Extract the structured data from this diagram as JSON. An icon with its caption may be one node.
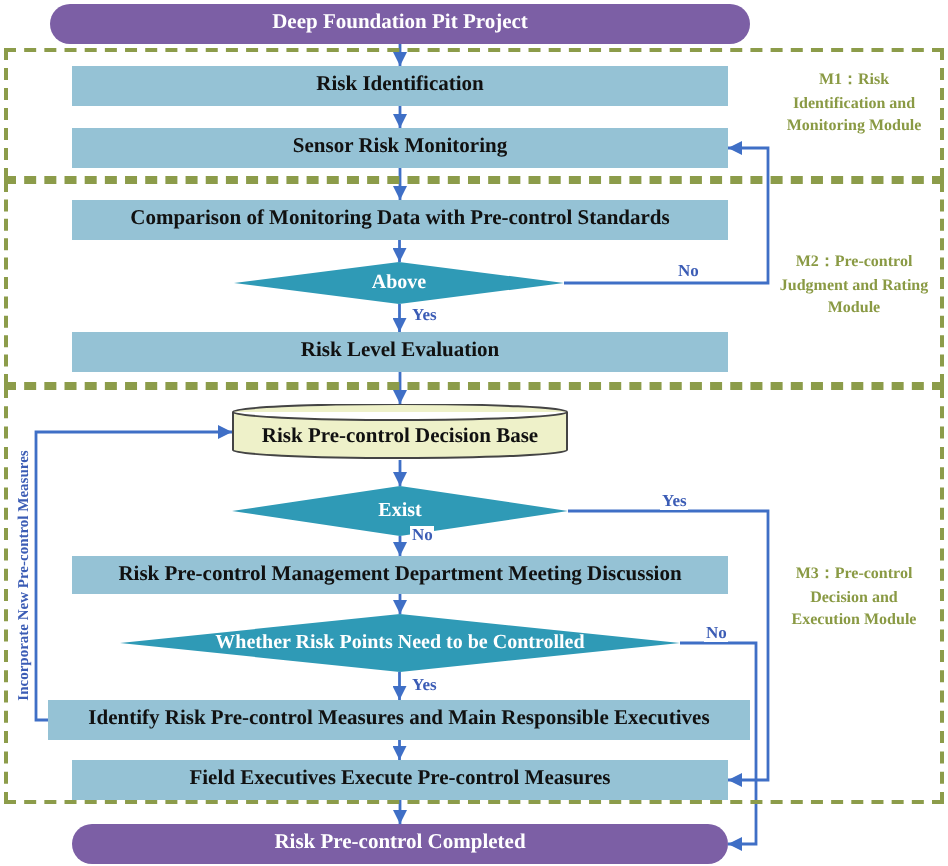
{
  "diagram": {
    "nodes": [
      {
        "text": [
          "Deep Foundation Pit Project"
        ]
      },
      {
        "text": [
          "M1：Risk Identification and Monitoring Module"
        ]
      },
      {
        "text": [
          "Risk Identification"
        ],
        "in": 1
      },
      {
        "text": [
          "Sensor Risk Monitoring"
        ],
        "in": 1
      },
      {
        "text": [
          "M2：Pre-control Judgment and Rating Module"
        ]
      },
      {
        "text": [
          "Comparison of Monitoring Data with Pre-control Standards"
        ],
        "in": 4
      },
      {
        "text": [
          "Above"
        ],
        "in": 4
      },
      {
        "text": [
          "Risk Level Evaluation"
        ],
        "in": 4
      },
      {
        "text": [
          "M3：Pre-control Decision and Execution Module"
        ]
      },
      {
        "text": [
          "Risk Pre-control Decision Base"
        ],
        "in": 8
      },
      {
        "text": [
          "Exist"
        ],
        "in": 8
      },
      {
        "text": [
          "Risk Pre-control Management Department Meeting Discussion"
        ],
        "in": 8
      },
      {
        "text": [
          "Whether Risk Points Need to be Controlled"
        ],
        "in": 8
      },
      {
        "text": [
          "Identify Risk Pre-control Measures and Main Responsible Executives"
        ],
        "in": 8
      },
      {
        "text": [
          "Field Executives Execute Pre-control Measures"
        ],
        "in": 8
      },
      {
        "text": [
          "Risk Pre-control Completed"
        ]
      }
    ],
    "edges": [
      {
        "from": 0,
        "to": 2,
        "arrow": "to"
      },
      {
        "from": 2,
        "to": 3,
        "arrow": "to"
      },
      {
        "from": 3,
        "to": 5,
        "arrow": "to"
      },
      {
        "from": 5,
        "to": 6,
        "arrow": "to"
      },
      {
        "from": 6,
        "to": 3,
        "arrow": "to",
        "label": "No"
      },
      {
        "from": 6,
        "to": 7,
        "arrow": "to",
        "label": "Yes"
      },
      {
        "from": 7,
        "to": 9,
        "arrow": "to"
      },
      {
        "from": 9,
        "to": 10,
        "arrow": "to"
      },
      {
        "from": 10,
        "to": 11,
        "arrow": "to",
        "label": "No"
      },
      {
        "from": 10,
        "to": 14,
        "arrow": "to",
        "label": "Yes"
      },
      {
        "from": 11,
        "to": 12,
        "arrow": "to"
      },
      {
        "from": 12,
        "to": 13,
        "arrow": "to",
        "label": "Yes"
      },
      {
        "from": 12,
        "to": 15,
        "arrow": "to",
        "label": "No"
      },
      {
        "from": 13,
        "to": 14,
        "arrow": "to"
      },
      {
        "from": 13,
        "to": 9,
        "arrow": "to",
        "label": "Incorporate New Pre-control Measures"
      },
      {
        "from": 14,
        "to": 15,
        "arrow": "to"
      }
    ]
  }
}
